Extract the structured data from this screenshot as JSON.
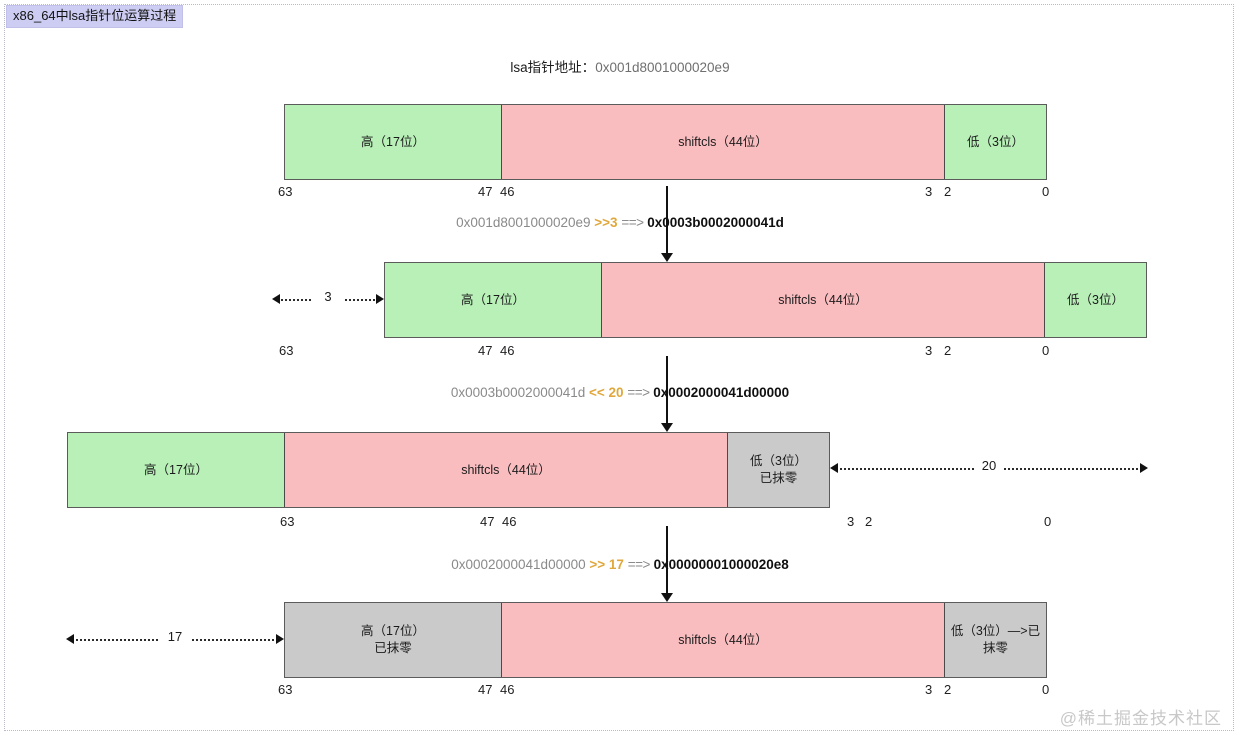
{
  "title_tag": "x86_64中lsa指针位运算过程",
  "header": {
    "label": "lsa指针地址：",
    "value": "0x001d8001000020e9"
  },
  "bars": [
    {
      "id": "bar-1",
      "segments": [
        {
          "name": "high",
          "text": "高（17位）",
          "color": "green"
        },
        {
          "name": "shiftcls",
          "text": "shiftcls（44位）",
          "color": "pink"
        },
        {
          "name": "low",
          "text": "低（3位）",
          "color": "green"
        }
      ],
      "bit_labels": [
        "63",
        "47",
        "46",
        "3",
        "2",
        "0"
      ]
    },
    {
      "id": "bar-2",
      "segments": [
        {
          "name": "high",
          "text": "高（17位）",
          "color": "green"
        },
        {
          "name": "shiftcls",
          "text": "shiftcls（44位）",
          "color": "pink"
        },
        {
          "name": "low",
          "text": "低（3位）",
          "color": "green"
        }
      ],
      "bit_labels": [
        "63",
        "47",
        "46",
        "3",
        "2",
        "0"
      ],
      "measure": {
        "label": "3",
        "side": "left"
      }
    },
    {
      "id": "bar-3",
      "segments": [
        {
          "name": "high",
          "text": "高（17位）",
          "color": "green"
        },
        {
          "name": "shiftcls",
          "text": "shiftcls（44位）",
          "color": "pink"
        },
        {
          "name": "low",
          "text": "低（3位）\n已抹零",
          "color": "gray"
        }
      ],
      "bit_labels": [
        "63",
        "47",
        "46",
        "3",
        "2",
        "0"
      ],
      "measure": {
        "label": "20",
        "side": "right"
      }
    },
    {
      "id": "bar-4",
      "segments": [
        {
          "name": "high",
          "text": "高（17位）\n已抹零",
          "color": "gray"
        },
        {
          "name": "shiftcls",
          "text": "shiftcls（44位）",
          "color": "pink"
        },
        {
          "name": "low",
          "text": "低（3位）—>已\n抹零",
          "color": "gray"
        }
      ],
      "bit_labels": [
        "63",
        "47",
        "46",
        "3",
        "2",
        "0"
      ],
      "measure": {
        "label": "17",
        "side": "left"
      }
    }
  ],
  "operations": [
    {
      "id": "op-1",
      "source": "0x001d8001000020e9",
      "shift": ">>3",
      "arrow": "==>",
      "result": "0x0003b0002000041d"
    },
    {
      "id": "op-2",
      "source": "0x0003b0002000041d",
      "shift": "<< 20",
      "arrow": "==>",
      "result": "0x0002000041d00000"
    },
    {
      "id": "op-3",
      "source": "0x0002000041d00000",
      "shift": ">> 17",
      "arrow": "==>",
      "result": "0x00000001000020e8"
    }
  ],
  "watermark": "@稀土掘金技术社区",
  "colors": {
    "green": "#b8f0b8",
    "pink": "#f9bcbf",
    "gray": "#cacaca",
    "accent": "#e0a83c",
    "title_bg": "#cdcdf3"
  }
}
